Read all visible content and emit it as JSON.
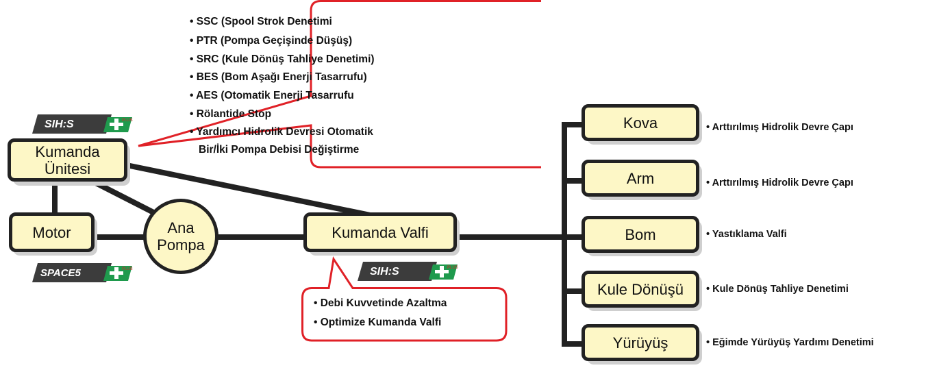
{
  "nodes": {
    "control_unit": [
      "Kumanda",
      "Ünitesi"
    ],
    "motor": "Motor",
    "main_pump": [
      "Ana",
      "Pompa"
    ],
    "control_valve": "Kumanda Valfi",
    "bucket": "Kova",
    "arm": "Arm",
    "boom": "Bom",
    "swing": "Kule Dönüşü",
    "travel": "Yürüyüş"
  },
  "top_callout": [
    "• SSC (Spool Strok Denetimi",
    "• PTR (Pompa Geçişinde Düşüş)",
    "• SRC (Kule Dönüş Tahliye Denetimi)",
    "• BES (Bom Aşağı Enerji Tasarrufu)",
    "• AES (Otomatik Enerji Tasarrufu",
    "• Rölantide Stop",
    "• Yardımcı Hidrolik Devresi Otomatik",
    "Bir/İki Pompa Debisi Değiştirme"
  ],
  "bottom_callout": [
    "• Debi Kuvvetinde Azaltma",
    "• Optimize Kumanda Valfi"
  ],
  "features": {
    "bucket": "• Arttırılmış Hidrolik Devre Çapı",
    "arm": "• Arttırılmış Hidrolik Devre Çapı",
    "boom": "• Yastıklama Valfi",
    "swing": "• Kule Dönüş Tahliye Denetimi",
    "travel": "• Eğimde Yürüyüş Yardımı Denetimi"
  },
  "logos": {
    "sihis": "SIH:S",
    "sihis_plus": "PLUS",
    "space5": "SPACE5",
    "space5_plus": "PLUS"
  },
  "colors": {
    "box_fill": "#fdf7c6",
    "line": "#222222",
    "callout_border": "#e02127",
    "logo_green": "#1f9a4d"
  }
}
